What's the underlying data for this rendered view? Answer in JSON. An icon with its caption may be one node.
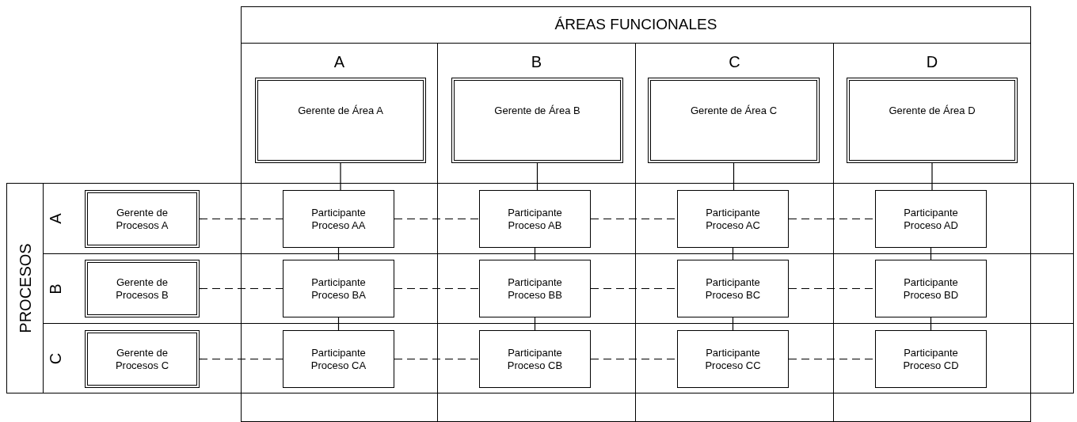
{
  "diagram": {
    "nodes": [
      {
        "text": [
          "ÁREAS FUNCIONALES"
        ]
      },
      {
        "text": [
          "A"
        ]
      },
      {
        "text": [
          "B"
        ]
      },
      {
        "text": [
          "C"
        ]
      },
      {
        "text": [
          "D"
        ]
      },
      {
        "text": [
          "PROCESOS"
        ]
      },
      {
        "text": [
          "A"
        ]
      },
      {
        "text": [
          "B"
        ]
      },
      {
        "text": [
          "C"
        ]
      },
      {
        "text": [
          "Gerente de Área A"
        ],
        "in": 1
      },
      {
        "text": [
          "Gerente de Área B"
        ],
        "in": 2
      },
      {
        "text": [
          "Gerente de Área C"
        ],
        "in": 3
      },
      {
        "text": [
          "Gerente de Área D"
        ],
        "in": 4
      },
      {
        "text": [
          "Gerente de Procesos A"
        ],
        "in": 6
      },
      {
        "text": [
          "Gerente de Procesos B"
        ],
        "in": 7
      },
      {
        "text": [
          "Gerente de Procesos C"
        ],
        "in": 8
      },
      {
        "text": [
          "Participante Proceso AA"
        ]
      },
      {
        "text": [
          "Participante Proceso AB"
        ]
      },
      {
        "text": [
          "Participante Proceso AC"
        ]
      },
      {
        "text": [
          "Participante Proceso AD"
        ]
      },
      {
        "text": [
          "Participante Proceso BA"
        ]
      },
      {
        "text": [
          "Participante Proceso BB"
        ]
      },
      {
        "text": [
          "Participante Proceso BC"
        ]
      },
      {
        "text": [
          "Participante Proceso BD"
        ]
      },
      {
        "text": [
          "Participante Proceso CA"
        ]
      },
      {
        "text": [
          "Participante Proceso CB"
        ]
      },
      {
        "text": [
          "Participante Proceso CC"
        ]
      },
      {
        "text": [
          "Participante Proceso CD"
        ]
      }
    ],
    "edges": [
      {
        "from": 9,
        "to": 16,
        "arrow": "none"
      },
      {
        "from": 10,
        "to": 17,
        "arrow": "none"
      },
      {
        "from": 11,
        "to": 18,
        "arrow": "none"
      },
      {
        "from": 12,
        "to": 19,
        "arrow": "none"
      },
      {
        "from": 13,
        "to": 16,
        "arrow": "none",
        "style": "dashed"
      },
      {
        "from": 16,
        "to": 17,
        "arrow": "none",
        "style": "dashed"
      },
      {
        "from": 17,
        "to": 18,
        "arrow": "none",
        "style": "dashed"
      },
      {
        "from": 18,
        "to": 19,
        "arrow": "none",
        "style": "dashed"
      },
      {
        "from": 16,
        "to": 20,
        "arrow": "none"
      },
      {
        "from": 17,
        "to": 21,
        "arrow": "none"
      },
      {
        "from": 18,
        "to": 22,
        "arrow": "none"
      },
      {
        "from": 19,
        "to": 23,
        "arrow": "none"
      },
      {
        "from": 14,
        "to": 20,
        "arrow": "none",
        "style": "dashed"
      },
      {
        "from": 20,
        "to": 21,
        "arrow": "none",
        "style": "dashed"
      },
      {
        "from": 21,
        "to": 22,
        "arrow": "none",
        "style": "dashed"
      },
      {
        "from": 22,
        "to": 23,
        "arrow": "none",
        "style": "dashed"
      },
      {
        "from": 20,
        "to": 24,
        "arrow": "none"
      },
      {
        "from": 21,
        "to": 25,
        "arrow": "none"
      },
      {
        "from": 22,
        "to": 26,
        "arrow": "none"
      },
      {
        "from": 23,
        "to": 27,
        "arrow": "none"
      },
      {
        "from": 15,
        "to": 24,
        "arrow": "none",
        "style": "dashed"
      },
      {
        "from": 24,
        "to": 25,
        "arrow": "none",
        "style": "dashed"
      },
      {
        "from": 25,
        "to": 26,
        "arrow": "none",
        "style": "dashed"
      },
      {
        "from": 26,
        "to": 27,
        "arrow": "none",
        "style": "dashed"
      }
    ]
  }
}
